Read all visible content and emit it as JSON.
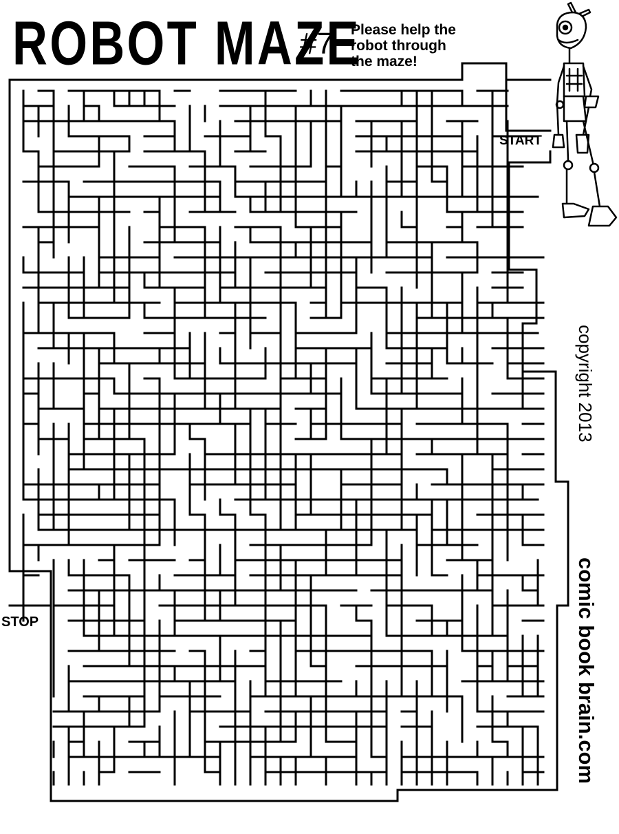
{
  "header": {
    "title": "ROBOT MAZE",
    "number": "#7",
    "instructions": [
      "Please help the",
      "robot through",
      "the maze!"
    ]
  },
  "maze": {
    "start_label": "START",
    "stop_label": "STOP",
    "line_color": "#000000"
  },
  "footer": {
    "copyright": "copyright 2013",
    "brand": "comic book brain.com"
  }
}
